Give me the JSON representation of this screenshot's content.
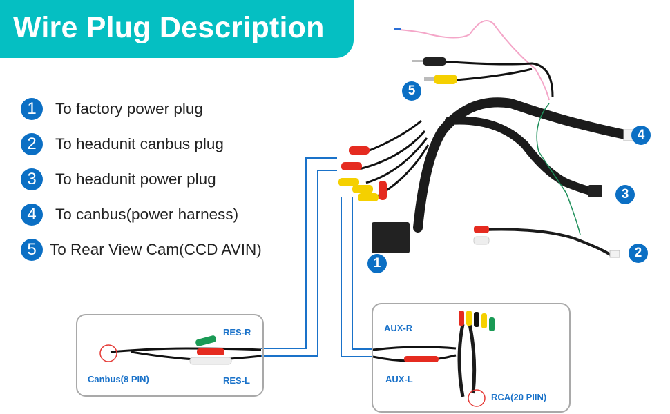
{
  "header": {
    "title": "Wire Plug Description"
  },
  "legend": [
    {
      "number": "1",
      "label": "To factory power plug"
    },
    {
      "number": "2",
      "label": "To headunit canbus plug"
    },
    {
      "number": "3",
      "label": "To headunit power plug"
    },
    {
      "number": "4",
      "label": "To canbus(power harness)"
    },
    {
      "number": "5",
      "label": "To Rear View Cam(CCD AVIN)"
    }
  ],
  "photo_markers": [
    {
      "number": "1"
    },
    {
      "number": "2"
    },
    {
      "number": "3"
    },
    {
      "number": "4"
    },
    {
      "number": "5"
    }
  ],
  "insets": {
    "canbus": {
      "res_r": "RES-R",
      "res_l": "RES-L",
      "connector": "Canbus(8 PIN)"
    },
    "rca": {
      "aux_r": "AUX-R",
      "aux_l": "AUX-L",
      "connector": "RCA(20 PIIN)"
    }
  },
  "colors": {
    "banner": "#05bfc2",
    "badge": "#0b6fc4",
    "label_blue": "#1a72c9",
    "leader_line": "#1a72c9"
  }
}
